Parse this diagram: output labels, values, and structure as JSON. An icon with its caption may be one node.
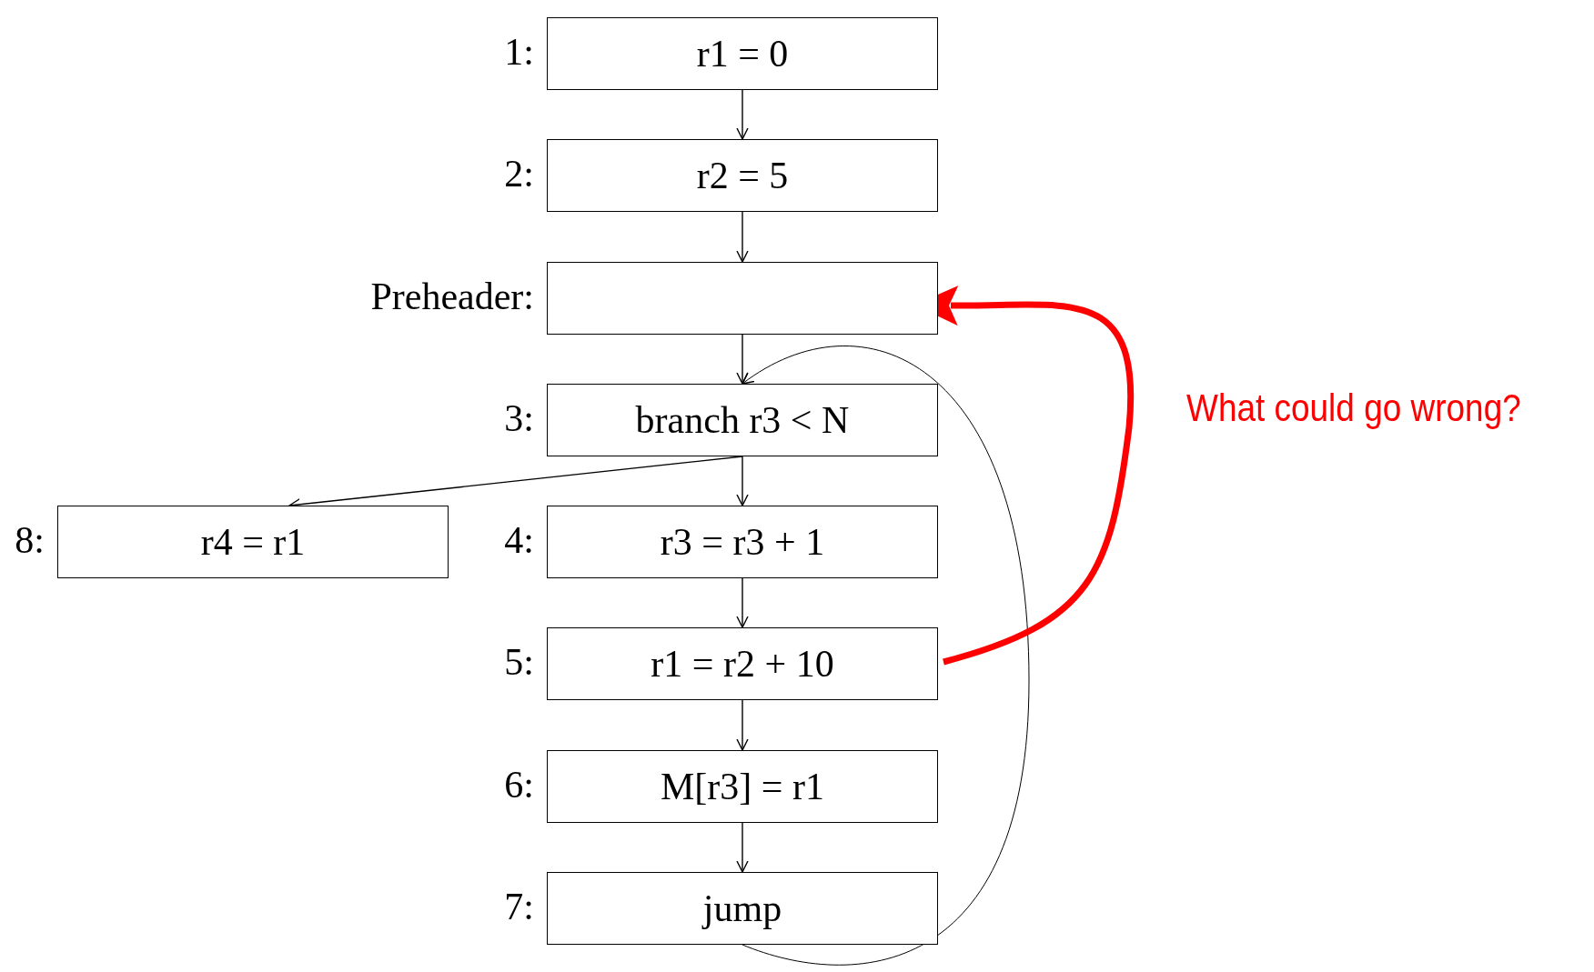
{
  "diagram": {
    "nodes": [
      {
        "text": [
          "r1 = 0"
        ],
        "beside": [
          "1:"
        ]
      },
      {
        "text": [
          "r2 = 5"
        ],
        "beside": [
          "2:"
        ]
      },
      {
        "text": [],
        "shape": "box",
        "beside": [
          "Preheader:"
        ]
      },
      {
        "text": [
          "branch r3 < N"
        ],
        "beside": [
          "3:"
        ]
      },
      {
        "text": [
          "r4 = r1"
        ],
        "beside": [
          "8:"
        ]
      },
      {
        "text": [
          "r3 = r3 + 1"
        ],
        "beside": [
          "4:"
        ]
      },
      {
        "text": [
          "r1 = r2 + 10"
        ],
        "beside": [
          "5:"
        ]
      },
      {
        "text": [
          "M[r3] = r1"
        ],
        "beside": [
          "6:"
        ]
      },
      {
        "text": [
          "jump"
        ],
        "beside": [
          "7:"
        ]
      }
    ],
    "edges": [
      {
        "from": 0,
        "to": 1,
        "arrow": "to"
      },
      {
        "from": 1,
        "to": 2,
        "arrow": "to"
      },
      {
        "from": 2,
        "to": 3,
        "arrow": "to"
      },
      {
        "from": 3,
        "to": 4,
        "arrow": "to"
      },
      {
        "from": 3,
        "to": 5,
        "arrow": "to"
      },
      {
        "from": 5,
        "to": 6,
        "arrow": "to"
      },
      {
        "from": 6,
        "to": 7,
        "arrow": "to"
      },
      {
        "from": 7,
        "to": 8,
        "arrow": "to"
      },
      {
        "from": 8,
        "to": 3,
        "arrow": "to"
      },
      {
        "from": 6,
        "to": 2,
        "arrow": "to",
        "style": "thick",
        "color": "#ff0000"
      }
    ],
    "labels": [
      "What could go wrong?"
    ]
  }
}
